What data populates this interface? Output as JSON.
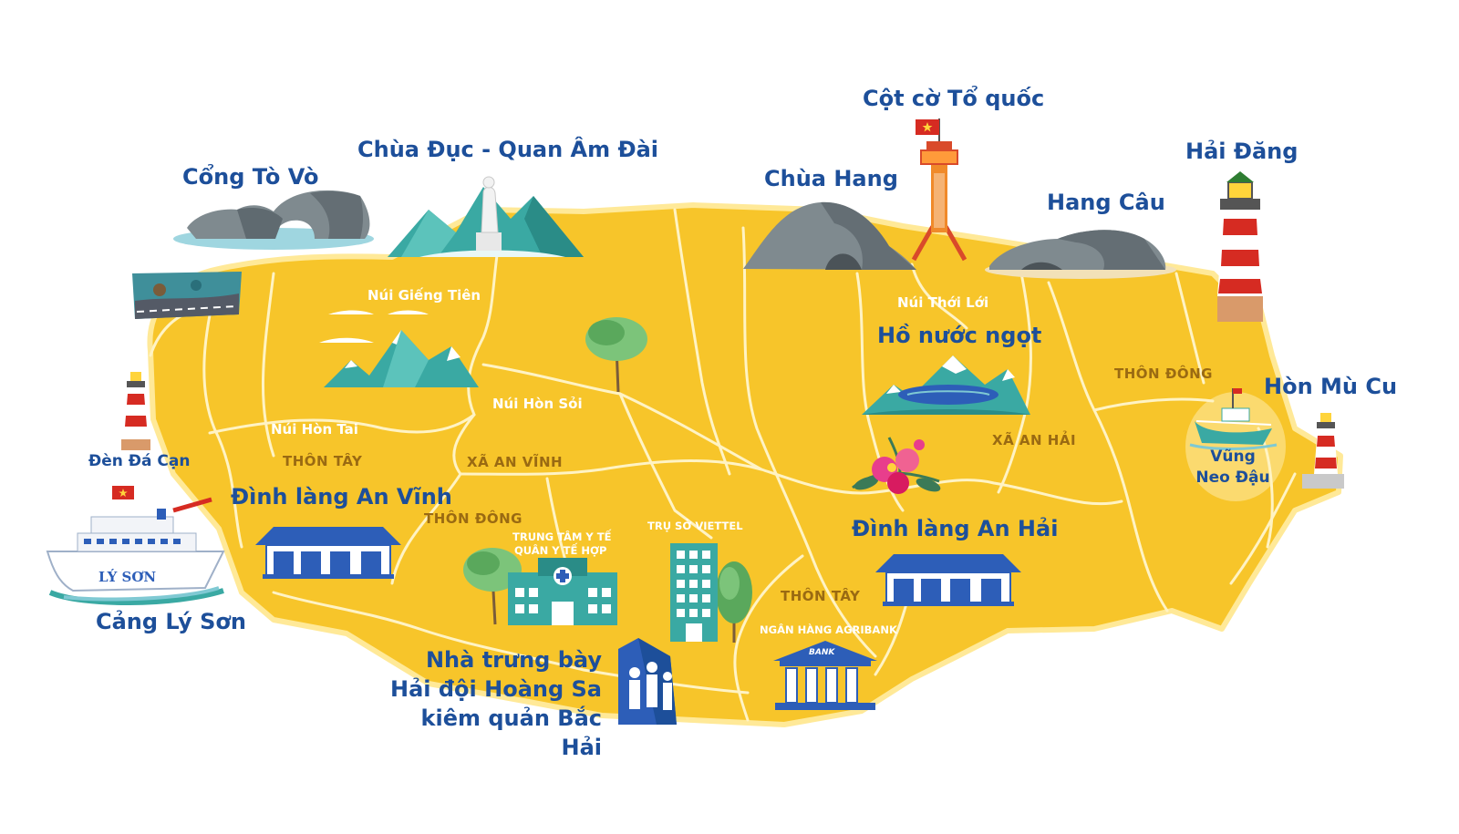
{
  "colors": {
    "land": "#f7c52a",
    "roads": "#fff3c4",
    "title_blue": "#1d4f9a",
    "sea_teal": "#3aa9a3",
    "flag_red": "#d62b22",
    "building_blue": "#2d5eb8"
  },
  "landmarks": {
    "cong_to_vo": "Cổng Tò Vò",
    "chua_duc": "Chùa Đục - Quan Âm Đài",
    "cot_co": "Cột cờ Tổ quốc",
    "chua_hang": "Chùa Hang",
    "hang_cau": "Hang Câu",
    "hai_dang": "Hải Đăng",
    "hon_mu_cu": "Hòn Mù Cu",
    "ho_nuoc_ngot": "Hồ nước ngọt",
    "dinh_an_vinh": "Đình làng An Vĩnh",
    "dinh_an_hai": "Đình làng An Hải",
    "cang_ly_son": "Cảng Lý Sơn",
    "den_da_can": "Đèn Đá Cạn",
    "vung_neo_dau": "Vũng Neo Đậu",
    "nha_trung_bay_1": "Nhà trưng bày",
    "nha_trung_bay_2": "Hải đội Hoàng Sa",
    "nha_trung_bay_3": "kiêm quản Bắc Hải"
  },
  "hills": {
    "gieng_tien": "Núi Giếng Tiên",
    "hon_tai": "Núi Hòn Tai",
    "hon_soi": "Núi Hòn Sỏi",
    "thoi_loi": "Núi Thới Lới"
  },
  "areas": {
    "thon_tay_west": "THÔN TÂY",
    "xa_an_vinh": "XÃ AN VĨNH",
    "thon_dong_west": "THÔN ĐÔNG",
    "thon_dong_east": "THÔN ĐÔNG",
    "xa_an_hai": "XÃ AN HẢI",
    "thon_tay_east": "THÔN TÂY"
  },
  "facilities": {
    "trung_tam_y_te_1": "TRUNG TÂM Y TẾ",
    "trung_tam_y_te_2": "QUÂN Y TẾ HỢP",
    "viettel": "TRỤ SỞ VIETTEL",
    "agribank": "NGÂN HÀNG AGRIBANK",
    "bank_sign": "BANK",
    "ship_name": "LÝ SƠN"
  }
}
